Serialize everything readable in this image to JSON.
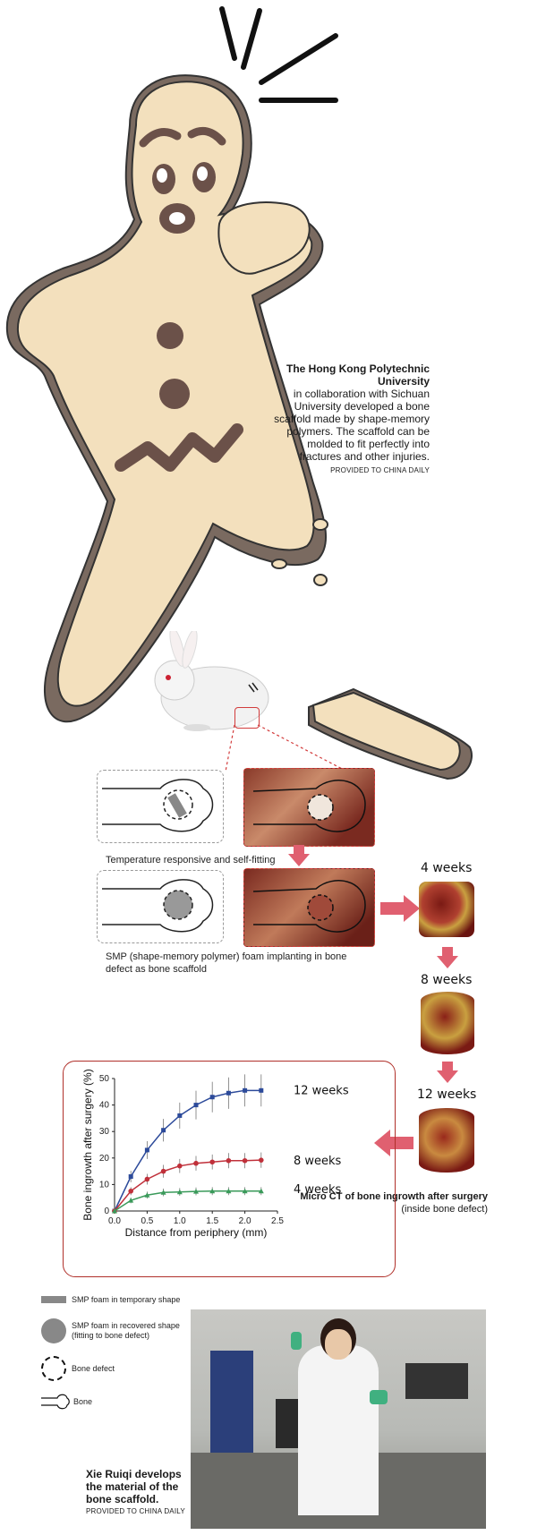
{
  "caption_top": {
    "title": "The Hong Kong Polytechnic University",
    "body": "in collaboration with Sichuan University developed a bone scaffold made by shape-memory polymers. The scaffold can be molded to fit perfectly into fractures and other injuries.",
    "credit": "PROVIDED TO CHINA DAILY"
  },
  "diagram": {
    "label_step1": "Temperature responsive and self-fitting",
    "label_step2": "SMP (shape-memory polymer) foam implanting in bone defect as bone scaffold",
    "weeks": [
      "4 weeks",
      "8 weeks",
      "12 weeks"
    ],
    "micro_ct_title": "Micro CT of bone ingrowth after surgery",
    "micro_ct_sub": "(inside bone defect)"
  },
  "legend": {
    "items": [
      {
        "label": "SMP foam in temporary shape",
        "icon": "gray-bar-icon"
      },
      {
        "label": "SMP foam in recovered shape (fitting to bone defect)",
        "icon": "gray-circle-icon"
      },
      {
        "label": "Bone defect",
        "icon": "dashed-circle-icon"
      },
      {
        "label": "Bone",
        "icon": "bone-outline-icon"
      }
    ]
  },
  "chart_data": {
    "type": "line",
    "ylabel": "Bone ingrowth after surgery (%)",
    "xlabel": "Distance from periphery (mm)",
    "xlim": [
      0,
      2.5
    ],
    "ylim": [
      0,
      50
    ],
    "xticks": [
      "0.0",
      "0.5",
      "1.0",
      "1.5",
      "2.0",
      "2.5"
    ],
    "yticks": [
      "0",
      "10",
      "20",
      "30",
      "40",
      "50"
    ],
    "x": [
      0,
      0.25,
      0.5,
      0.75,
      1.0,
      1.25,
      1.5,
      1.75,
      2.0,
      2.25
    ],
    "series": [
      {
        "name": "12 weeks",
        "color": "#2c4a9a",
        "marker": "square",
        "values": [
          0,
          13,
          23,
          30.5,
          36,
          40,
          43,
          44.5,
          45.5,
          45.5
        ]
      },
      {
        "name": "8 weeks",
        "color": "#c0303a",
        "marker": "circle",
        "values": [
          0,
          7.5,
          12,
          15,
          17,
          18,
          18.5,
          19,
          19,
          19.2
        ]
      },
      {
        "name": "4 weeks",
        "color": "#3a9a5a",
        "marker": "triangle",
        "values": [
          0,
          4,
          6,
          7,
          7.2,
          7.4,
          7.5,
          7.5,
          7.5,
          7.5
        ]
      }
    ]
  },
  "photo_caption": {
    "title": "Xie Ruiqi develops the material of the bone scaffold.",
    "credit": "PROVIDED TO CHINA DAILY"
  },
  "colors": {
    "cookie": "#f3e0bd",
    "cookie_edge": "#7a6a60",
    "icing": "#6b5149",
    "accent_red": "#d0384a"
  }
}
